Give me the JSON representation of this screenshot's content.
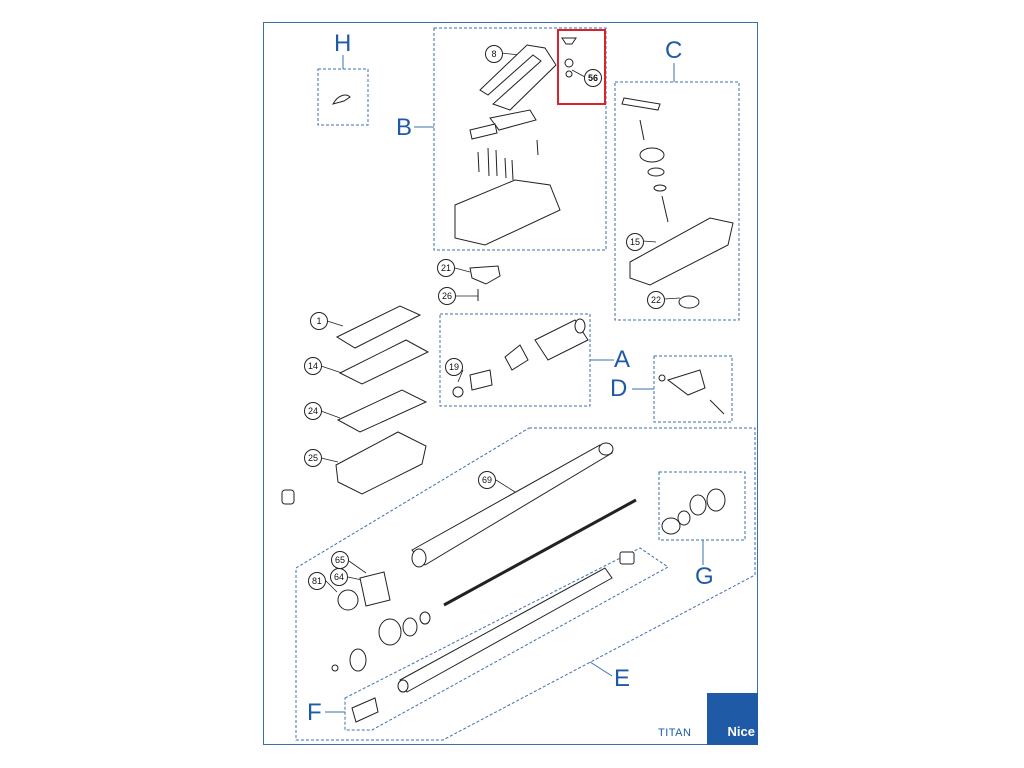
{
  "model": "TITAN",
  "brand": "Nice",
  "colors": {
    "frame": "#3d6fae",
    "letters": "#1f5aa6",
    "brand_bg": "#1f5aa6",
    "highlight": "#d9242b"
  },
  "groups": {
    "A": "A",
    "B": "B",
    "C": "C",
    "D": "D",
    "E": "E",
    "F": "F",
    "G": "G",
    "H": "H"
  },
  "callouts": {
    "p1": "1",
    "p8": "8",
    "p14": "14",
    "p15": "15",
    "p19": "19",
    "p21": "21",
    "p22": "22",
    "p24": "24",
    "p25": "25",
    "p26": "26",
    "p56": "56",
    "p64": "64",
    "p65": "65",
    "p69": "69",
    "p81": "81"
  },
  "highlighted_part": "56"
}
